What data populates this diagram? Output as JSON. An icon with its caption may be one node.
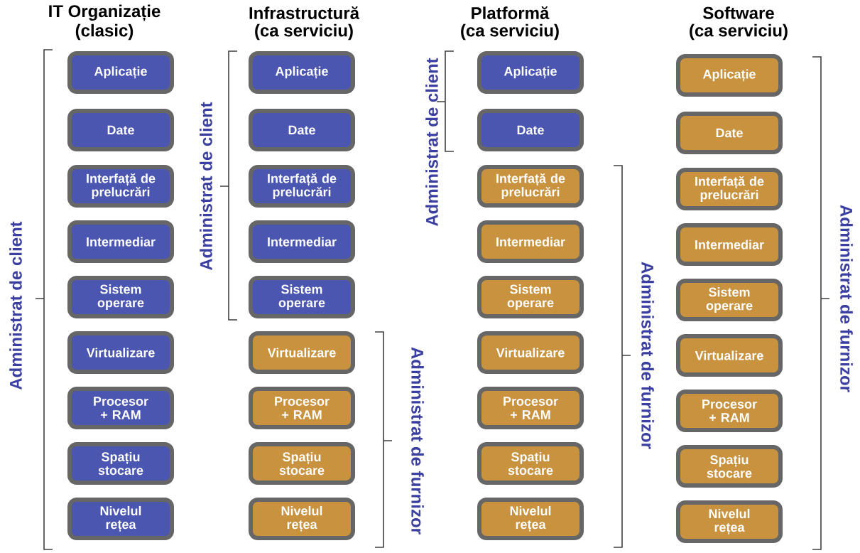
{
  "diagram": {
    "nodes": [
      {
        "text": [
          "Aplicație"
        ]
      },
      {
        "text": [
          "Date"
        ]
      },
      {
        "text": [
          "Interfață de prelucrări"
        ]
      },
      {
        "text": [
          "Intermediar"
        ]
      },
      {
        "text": [
          "Sistem operare"
        ]
      },
      {
        "text": [
          "Virtualizare"
        ]
      },
      {
        "text": [
          "Procesor + RAM"
        ]
      },
      {
        "text": [
          "Spațiu stocare"
        ]
      },
      {
        "text": [
          "Nivelul rețea"
        ]
      },
      {
        "text": [
          "Aplicație"
        ]
      },
      {
        "text": [
          "Date"
        ]
      },
      {
        "text": [
          "Interfață de prelucrări"
        ]
      },
      {
        "text": [
          "Intermediar"
        ]
      },
      {
        "text": [
          "Sistem operare"
        ]
      },
      {
        "text": [
          "Virtualizare"
        ]
      },
      {
        "text": [
          "Procesor + RAM"
        ]
      },
      {
        "text": [
          "Spațiu stocare"
        ]
      },
      {
        "text": [
          "Nivelul rețea"
        ]
      },
      {
        "text": [
          "Aplicație"
        ]
      },
      {
        "text": [
          "Date"
        ]
      },
      {
        "text": [
          "Interfață de prelucrări"
        ]
      },
      {
        "text": [
          "Intermediar"
        ]
      },
      {
        "text": [
          "Sistem operare"
        ]
      },
      {
        "text": [
          "Virtualizare"
        ]
      },
      {
        "text": [
          "Procesor + RAM"
        ]
      },
      {
        "text": [
          "Spațiu stocare"
        ]
      },
      {
        "text": [
          "Nivelul rețea"
        ]
      },
      {
        "text": [
          "Aplicație"
        ]
      },
      {
        "text": [
          "Date"
        ]
      },
      {
        "text": [
          "Interfață de prelucrări"
        ]
      },
      {
        "text": [
          "Intermediar"
        ]
      },
      {
        "text": [
          "Sistem operare"
        ]
      },
      {
        "text": [
          "Virtualizare"
        ]
      },
      {
        "text": [
          "Procesor + RAM"
        ]
      },
      {
        "text": [
          "Spațiu stocare"
        ]
      },
      {
        "text": [
          "Nivelul rețea"
        ]
      }
    ],
    "labels": [
      "IT Organizație",
      "(clasic)",
      "Infrastructură",
      "(ca serviciu)",
      "Platformă",
      "(ca serviciu)",
      "Software",
      "(ca serviciu)",
      "Administrat de client",
      "Administrat de client",
      "Administrat de furnizor",
      "Administrat de client",
      "Administrat de furnizor",
      "Administrat de furnizor"
    ]
  }
}
